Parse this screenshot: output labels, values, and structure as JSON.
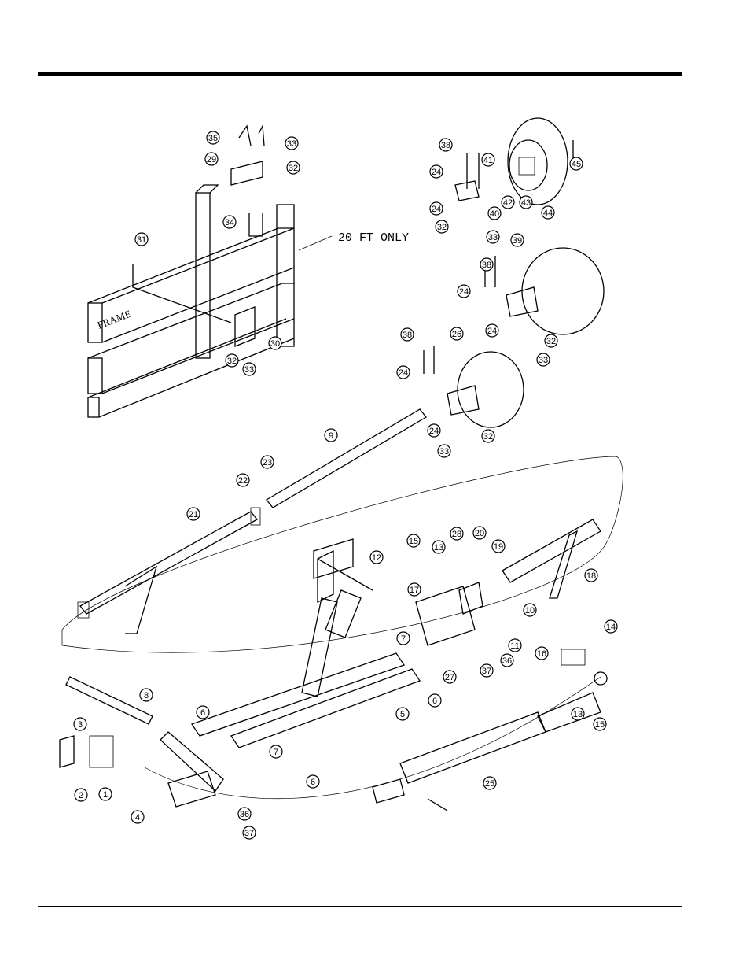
{
  "header": {
    "link_left": "",
    "link_right": ""
  },
  "diagram": {
    "note_label": "20 FT ONLY",
    "frame_label": "FRAME",
    "callouts": [
      "35",
      "33",
      "32",
      "29",
      "34",
      "31",
      "30",
      "32",
      "33",
      "38",
      "24",
      "41",
      "42",
      "43",
      "44",
      "45",
      "40",
      "24",
      "32",
      "33",
      "38",
      "39",
      "24",
      "24",
      "32",
      "33",
      "38",
      "26",
      "24",
      "24",
      "32",
      "33",
      "9",
      "23",
      "22",
      "21",
      "15",
      "13",
      "28",
      "20",
      "19",
      "12",
      "17",
      "10",
      "18",
      "7",
      "11",
      "16",
      "14",
      "36",
      "27",
      "37",
      "6",
      "8",
      "5",
      "3",
      "6",
      "7",
      "2",
      "1",
      "4",
      "36",
      "37",
      "6",
      "25",
      "13",
      "15"
    ]
  }
}
